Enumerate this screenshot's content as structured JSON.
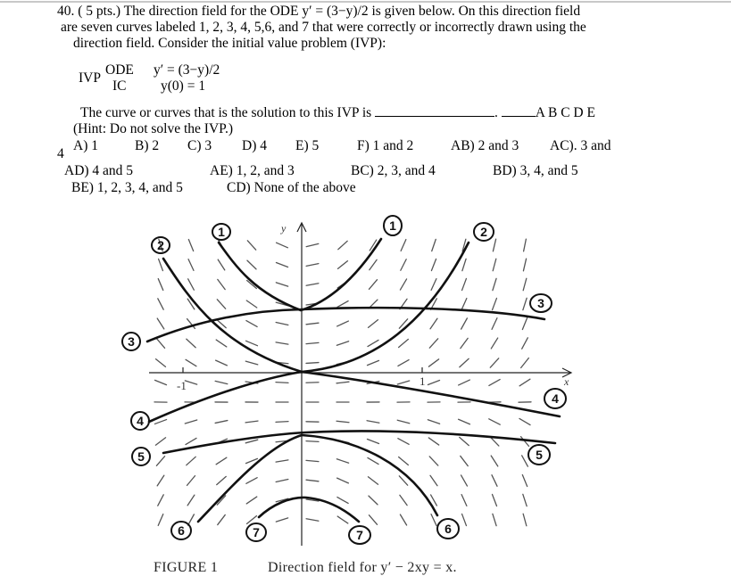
{
  "question": {
    "line1": "40. ( 5 pts.) The direction field for the ODE  y′ = (3−y)/2  is given below.  On this direction field",
    "line2": "are  seven  curves labeled  1, 2, 3, 4, 5,6, and 7 that were correctly or incorrectly drawn using the",
    "line3": "direction field. Consider the initial value problem (IVP):"
  },
  "ivp": {
    "label": "IVP",
    "ode_label": "ODE",
    "ode": "y′ = (3−y)/2",
    "ic_label": "IC",
    "ic": "y(0) = 1"
  },
  "prompt": {
    "text": "The curve or curves that is the solution to this IVP is",
    "dot": ".",
    "choices_letters": "A B C D E",
    "hint": "(Hint: Do not solve the IVP.)"
  },
  "options": {
    "row1": [
      "A) 1",
      "B) 2",
      "C) 3",
      "D) 4",
      "E) 5",
      "F) 1 and 2",
      "AB) 2 and 3",
      "AC). 3 and"
    ],
    "wrap": "4",
    "row2": [
      "AD)  4 and 5",
      "AE) 1, 2, and 3",
      "BC) 2, 3, and 4",
      "BD) 3, 4, and 5"
    ],
    "row3": [
      "BE) 1, 2, 3, 4, and 5",
      "CD) None of the above"
    ]
  },
  "figure": {
    "y_axis_label": "y",
    "x_axis_label": "x",
    "tick_pos": "1",
    "tick_neg": "-1",
    "curve_labels": [
      "1",
      "2",
      "3",
      "4",
      "5",
      "6",
      "7"
    ],
    "caption_label": "FIGURE   1",
    "caption_text": "Direction field for y′ − 2xy = x."
  }
}
